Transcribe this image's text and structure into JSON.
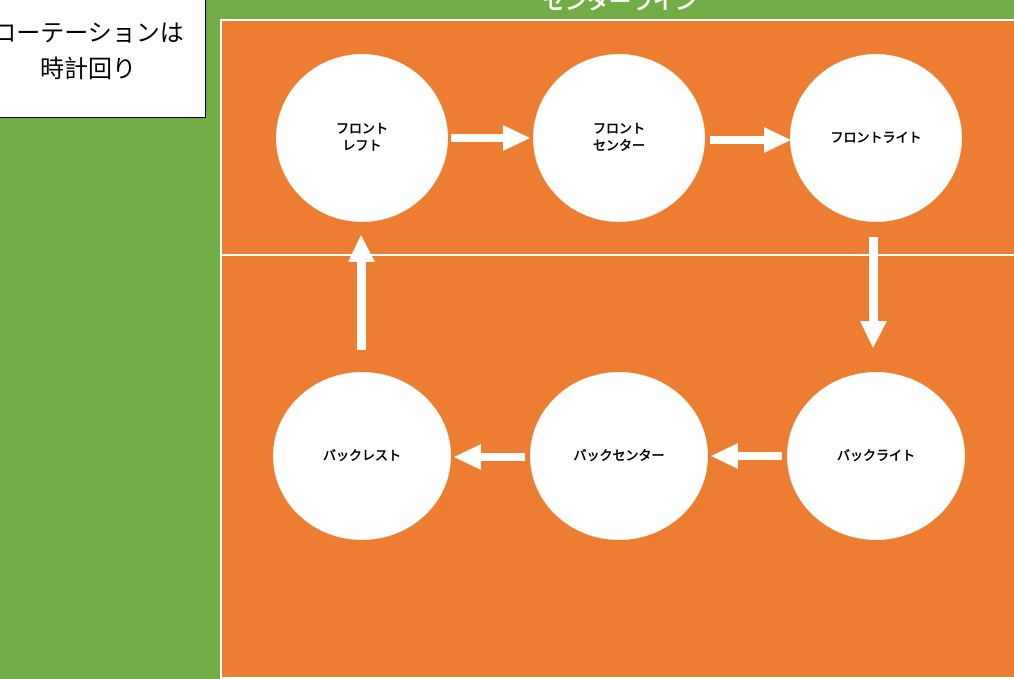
{
  "court_label": "センターライン",
  "note": {
    "line1": "ローテーションは",
    "line2": "時計回り"
  },
  "positions": {
    "front_left": "フロント\nレフト",
    "front_center": "フロント\nセンター",
    "front_right": "フロントライト",
    "back_left": "バックレスト",
    "back_center": "バックセンター",
    "back_right": "バックライト"
  },
  "colors": {
    "field": "#70AD47",
    "court": "#ED7D31"
  }
}
